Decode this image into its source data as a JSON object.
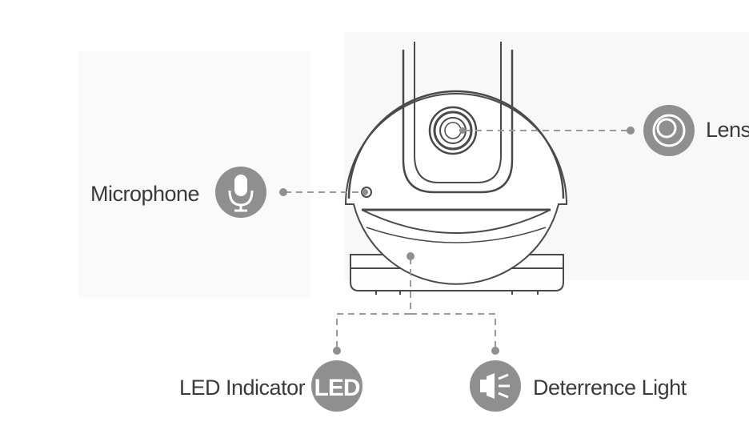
{
  "labels": {
    "microphone": "Microphone",
    "lens": "Lens",
    "led_indicator": "LED Indicator",
    "deterrence_light": "Deterrence Light"
  },
  "icons": {
    "microphone": "microphone-icon",
    "lens": "lens-icon",
    "led_indicator": "led-icon",
    "led_badge_text": "LED",
    "deterrence_light": "light-beam-icon"
  },
  "colors": {
    "icon_circle": "#8f8f8f",
    "icon_glyph": "#ffffff",
    "line": "#4a4a4a",
    "leader": "#9a9a9a",
    "label_text": "#3a3a3a"
  }
}
